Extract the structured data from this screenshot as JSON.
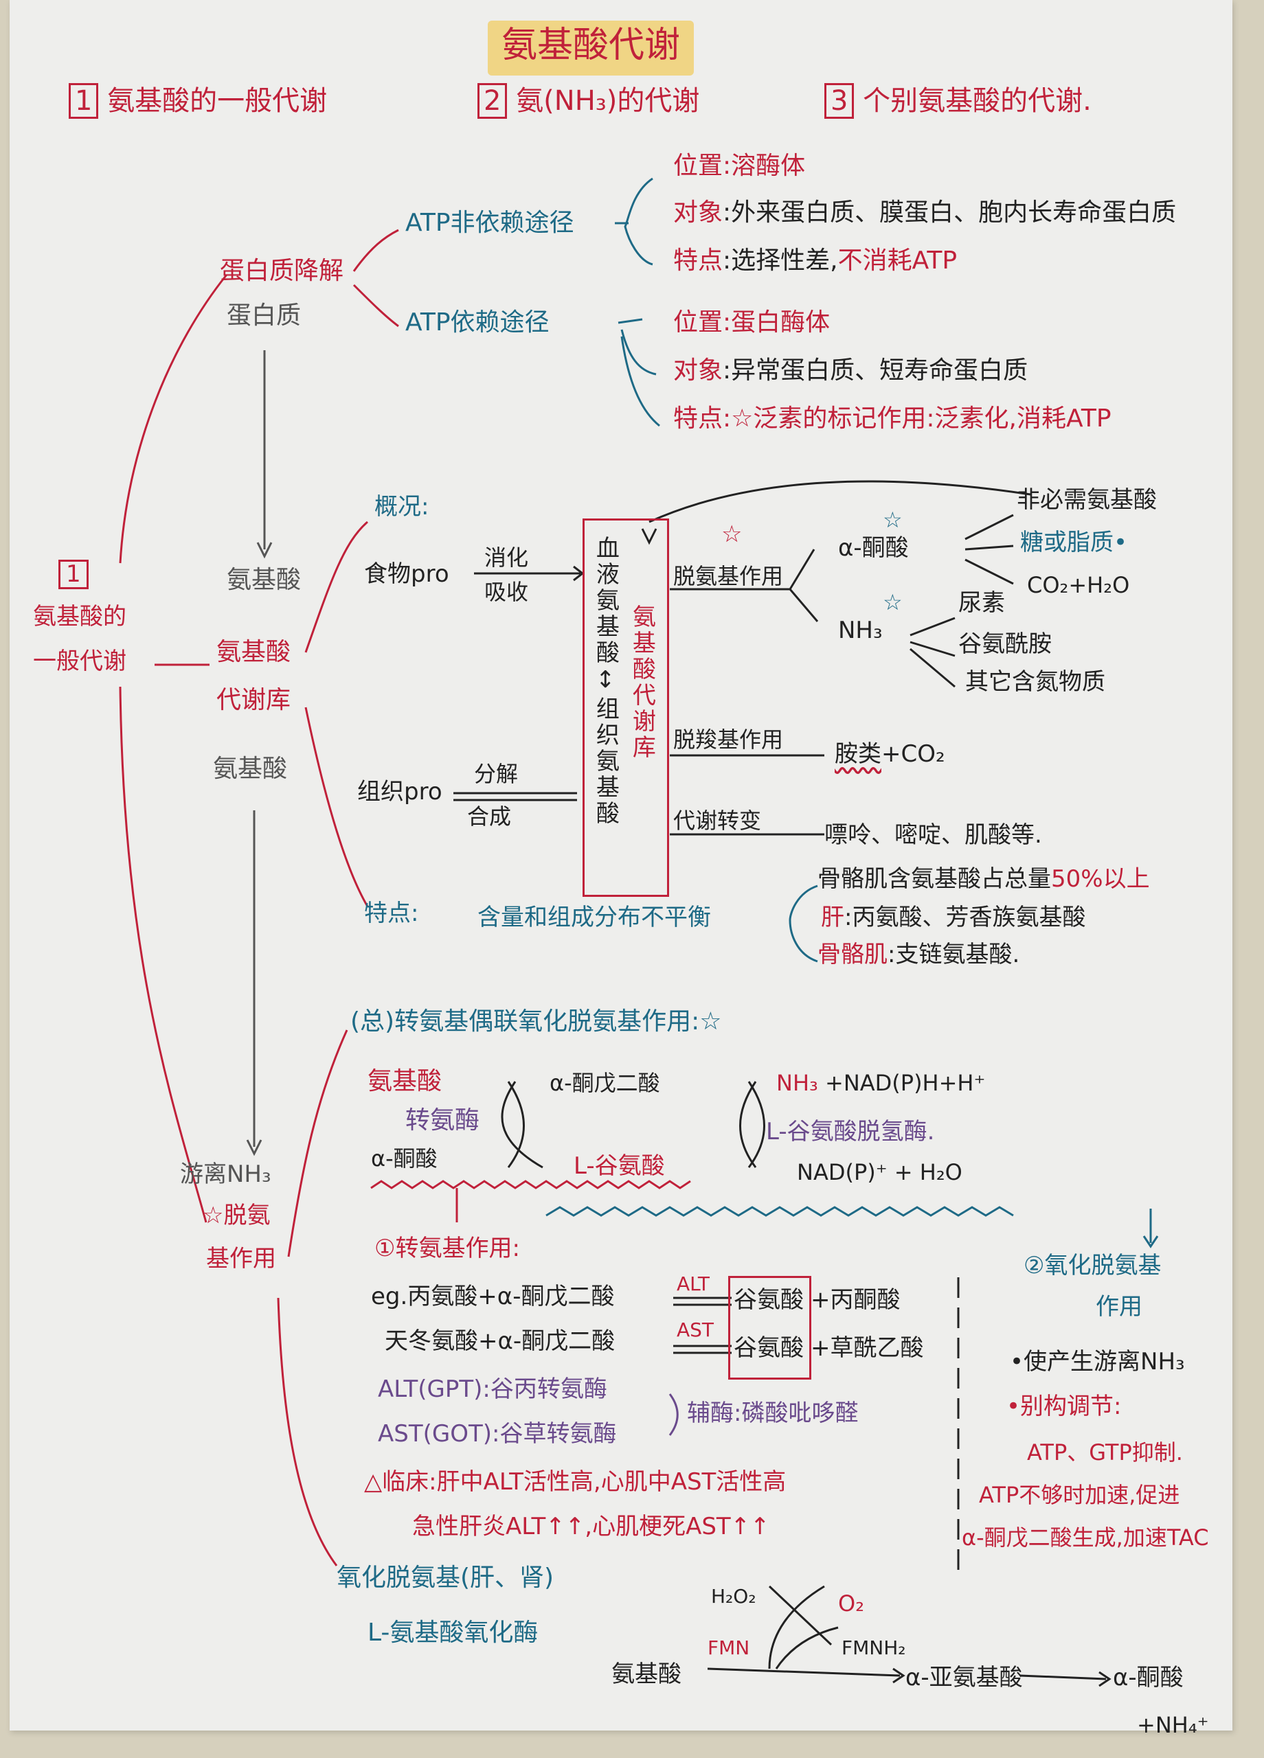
{
  "title": "氨基酸代谢",
  "sections": [
    {
      "num": "1",
      "label": "氨基酸的一般代谢"
    },
    {
      "num": "2",
      "label": "氨(NH₃)的代谢"
    },
    {
      "num": "3",
      "label": "个别氨基酸的代谢."
    }
  ],
  "left_root": {
    "num": "1",
    "line1": "氨基酸的",
    "line2": "一般代谢"
  },
  "protein_degradation": {
    "title": "蛋白质降解",
    "subject": "蛋白质",
    "atp_independent": {
      "label": "ATP非依赖途径",
      "location_key": "位置",
      "location_val": ":溶酶体",
      "target_key": "对象",
      "target_val": ":外来蛋白质、膜蛋白、胞内长寿命蛋白质",
      "feature_key": "特点",
      "feature_val": ":选择性差,",
      "feature_red": "不消耗ATP"
    },
    "atp_dependent": {
      "label": "ATP依赖途径",
      "location_key": "位置",
      "location_val": ":蛋白酶体",
      "target_key": "对象",
      "target_val": ":异常蛋白质、短寿命蛋白质",
      "feature_key": "特点",
      "feature_val": ":☆泛素的标记作用:泛素化,消耗ATP"
    }
  },
  "amino_pool": {
    "amino_acid_gray": "氨基酸",
    "label_line1": "氨基酸",
    "label_line2": "代谢库",
    "amino_acid_gray2": "氨基酸",
    "overview": "概况:",
    "food_pro": "食物pro",
    "digest": "消化",
    "absorb": "吸收",
    "tissue_pro": "组织pro",
    "decompose": "分解",
    "synthesize": "合成",
    "box_left": "血液氨基酸↕组织氨基酸",
    "box_right": "氨基酸代谢库",
    "deamination": "脱氨基作用",
    "alpha_keto": "α-酮酸",
    "alpha_products": [
      "非必需氨基酸",
      "糖或脂质•",
      "CO₂+H₂O"
    ],
    "nh3": "NH₃",
    "nh3_products": [
      "尿素",
      "谷氨酰胺",
      "其它含氮物质"
    ],
    "decarboxylation": "脱羧基作用",
    "decarb_product": "胺类",
    "decarb_co2": "+CO₂",
    "metabolic_conversion": "代谢转变",
    "conversion_product": "嘌呤、嘧啶、肌酸等.",
    "feature_key": "特点:",
    "feature_val": "含量和组成分布不平衡",
    "feature_items": [
      {
        "key": "骨骼肌含氨基酸占总量",
        "red": "50%以上"
      },
      {
        "key": "肝",
        "val": ":丙氨酸、芳香族氨基酸"
      },
      {
        "key": "骨骼肌",
        "val": ":支链氨基酸."
      }
    ]
  },
  "free_nh3": {
    "label": "游离NH₃",
    "deam_line1": "☆脱氨",
    "deam_line2": "基作用"
  },
  "coupled": {
    "title": "(总)转氨基偶联氧化脱氨基作用:☆",
    "amino_acid": "氨基酸",
    "transaminase": "转氨酶",
    "alpha_keto": "α-酮酸",
    "akg": "α-酮戊二酸",
    "glu": "L-谷氨酸",
    "nh3": "NH₃",
    "nadph": "+NAD(P)H+H⁺",
    "gdh": "L-谷氨酸脱氢酶.",
    "nadp": "NAD(P)⁺ + H₂O"
  },
  "transamination": {
    "title": "①转氨基作用:",
    "eg1_left": "eg.丙氨酸+α-酮戊二酸",
    "eg1_enzyme": "ALT",
    "eg1_glu": "谷氨酸",
    "eg1_right": "+丙酮酸",
    "eg2_left": "天冬氨酸+α-酮戊二酸",
    "eg2_enzyme": "AST",
    "eg2_glu": "谷氨酸",
    "eg2_right": "+草酰乙酸",
    "alt_def": "ALT(GPT):谷丙转氨酶",
    "ast_def": "AST(GOT):谷草转氨酶",
    "coenzyme": "辅酶:磷酸吡哆醛",
    "clinical1": "△临床:肝中ALT活性高,心肌中AST活性高",
    "clinical2": "急性肝炎ALT↑↑,心肌梗死AST↑↑"
  },
  "oxidative": {
    "title_line1": "②氧化脱氨基",
    "title_line2": "作用",
    "bullet1": "•使产生游离NH₃",
    "bullet2": "•别构调节:",
    "reg1": "ATP、GTP抑制.",
    "reg2": "ATP不够时加速,促进",
    "reg3": "α-酮戊二酸生成,加速TAC"
  },
  "oxidative_deam": {
    "title": "氧化脱氨基(肝、肾)",
    "enzyme": "L-氨基酸氧化酶",
    "h2o2": "H₂O₂",
    "o2": "O₂",
    "fmn": "FMN",
    "fmnh2": "FMNH₂",
    "substrate": "氨基酸",
    "imino": "α-亚氨基酸",
    "keto": "α-酮酸",
    "nh4": "+NH₄⁺"
  },
  "colors": {
    "red": "#c0213a",
    "blue": "#1e6a86",
    "black": "#222222",
    "purple": "#6a4a8c",
    "highlight": "#f0d27a",
    "paper": "#eeeeec"
  }
}
